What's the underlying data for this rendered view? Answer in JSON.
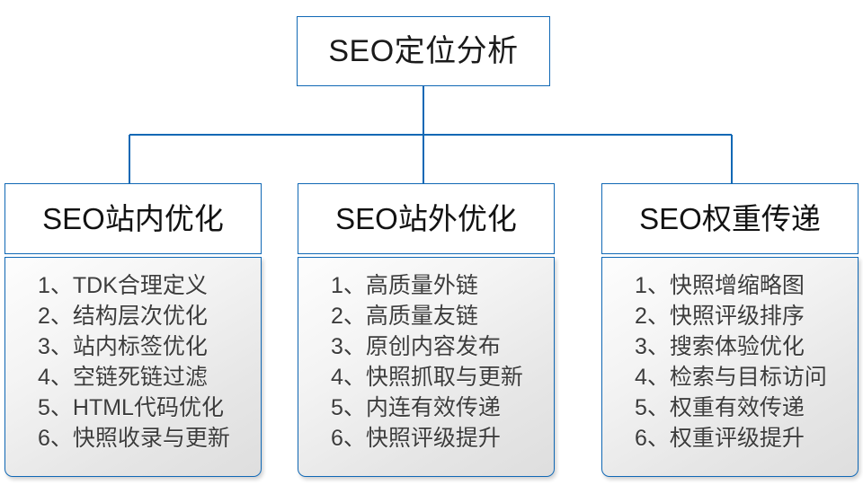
{
  "diagram": {
    "root": {
      "label": "SEO定位分析"
    },
    "accent_color": "#1068b5",
    "branches": [
      {
        "header": "SEO站内优化",
        "items": [
          "1、TDK合理定义",
          "2、结构层次优化",
          "3、站内标签优化",
          "4、空链死链过滤",
          "5、HTML代码优化",
          "6、快照收录与更新"
        ]
      },
      {
        "header": "SEO站外优化",
        "items": [
          "1、高质量外链",
          "2、高质量友链",
          "3、原创内容发布",
          "4、快照抓取与更新",
          "5、内连有效传递",
          "6、快照评级提升"
        ]
      },
      {
        "header": "SEO权重传递",
        "items": [
          "1、快照增缩略图",
          "2、快照评级排序",
          "3、搜索体验优化",
          "4、检索与目标访问",
          "5、权重有效传递",
          "6、权重评级提升"
        ]
      }
    ]
  }
}
